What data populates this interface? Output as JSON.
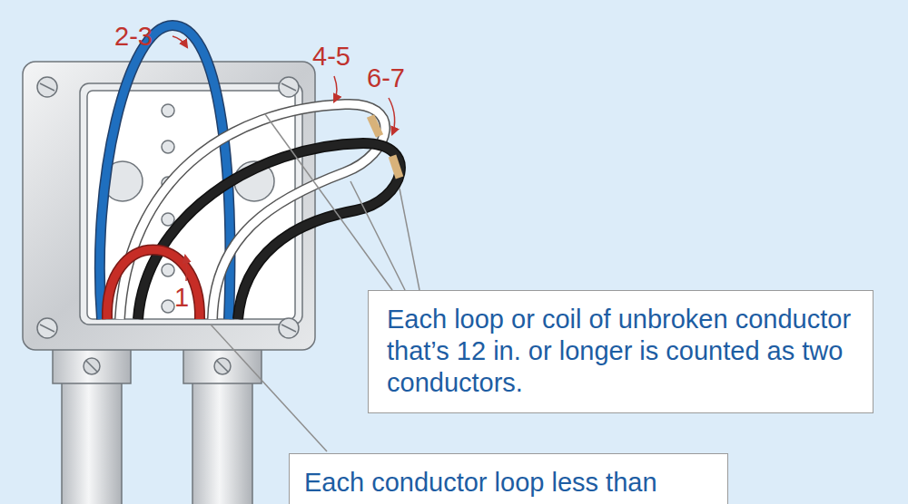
{
  "diagram": {
    "nodes": [
      {
        "text": [
          "Each loop or coil of unbroken conductor that’s 12 in. or longer is counted as two conductors."
        ]
      },
      {
        "text": [
          "Each conductor loop less than"
        ]
      }
    ],
    "labels": [
      "2-3",
      "4-5",
      "6-7",
      "1"
    ]
  }
}
